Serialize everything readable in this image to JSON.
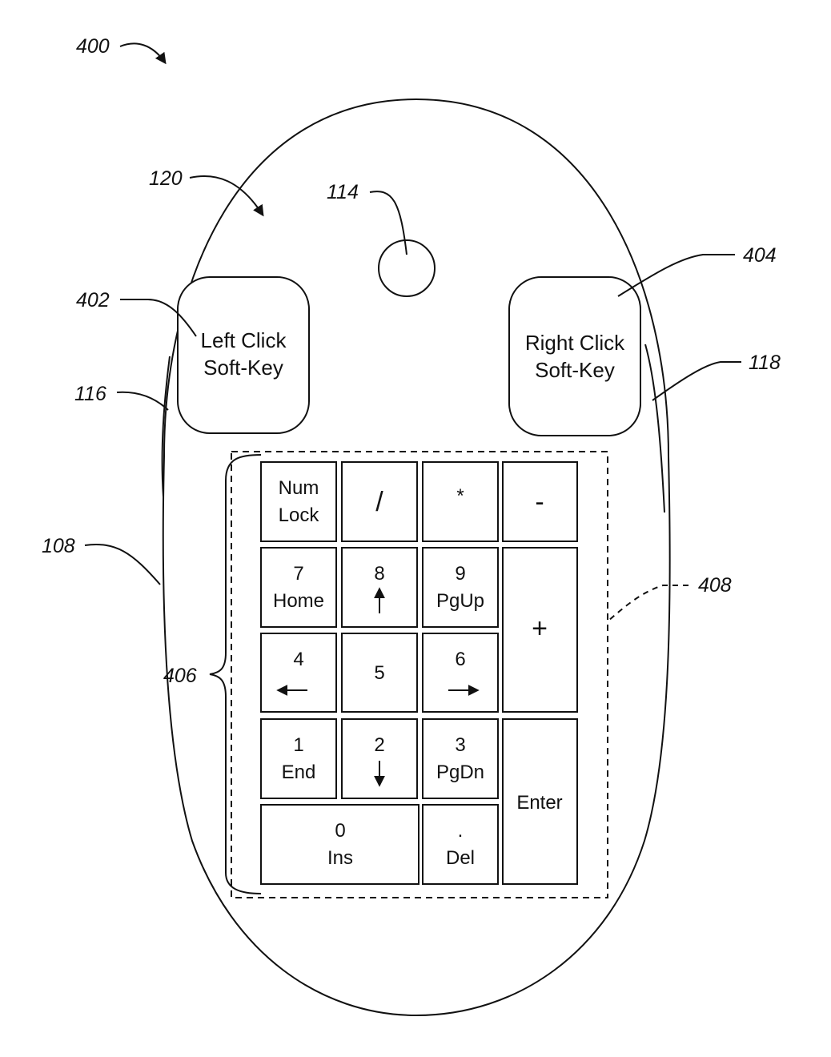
{
  "labels": {
    "fig": "400",
    "l120": "120",
    "l114": "114",
    "l402": "402",
    "l404": "404",
    "l116": "116",
    "l118": "118",
    "l108": "108",
    "l408": "408",
    "l406": "406"
  },
  "soft_keys": {
    "left_line1": "Left Click",
    "left_line2": "Soft-Key",
    "right_line1": "Right Click",
    "right_line2": "Soft-Key"
  },
  "keys": {
    "numlock_1": "Num",
    "numlock_2": "Lock",
    "divide": "/",
    "multiply": "*",
    "minus": "-",
    "k7_1": "7",
    "k7_2": "Home",
    "k8_1": "8",
    "k9_1": "9",
    "k9_2": "PgUp",
    "plus": "+",
    "k4_1": "4",
    "k5": "5",
    "k6_1": "6",
    "k1_1": "1",
    "k1_2": "End",
    "k2_1": "2",
    "k3_1": "3",
    "k3_2": "PgDn",
    "enter": "Enter",
    "k0_1": "0",
    "k0_2": "Ins",
    "dot_1": ".",
    "dot_2": "Del"
  },
  "icons": {
    "k8": "arrow-up-icon",
    "k4": "arrow-left-icon",
    "k6": "arrow-right-icon",
    "k2": "arrow-down-icon"
  }
}
